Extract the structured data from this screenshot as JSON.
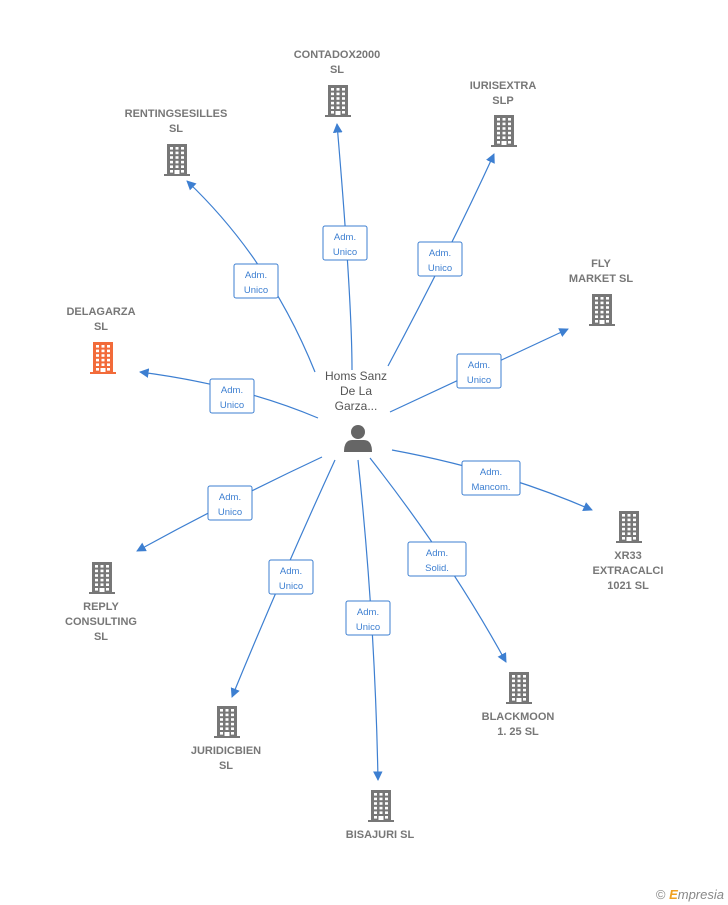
{
  "center": {
    "lines": [
      "Homs Sanz",
      "De La",
      "Garza..."
    ],
    "icon": "person-icon"
  },
  "nodes": [
    {
      "id": "contadox",
      "lines": [
        "CONTADOX2000",
        "SL"
      ],
      "role": [
        "Adm.",
        "Unico"
      ],
      "highlight": false
    },
    {
      "id": "iurisextra",
      "lines": [
        "IURISEXTRA",
        "SLP"
      ],
      "role": [
        "Adm.",
        "Unico"
      ],
      "highlight": false
    },
    {
      "id": "rentings",
      "lines": [
        "RENTINGSESILLES",
        "SL"
      ],
      "role": [
        "Adm.",
        "Unico"
      ],
      "highlight": false
    },
    {
      "id": "flymarket",
      "lines": [
        "FLY",
        "MARKET  SL"
      ],
      "role": [
        "Adm.",
        "Unico"
      ],
      "highlight": false
    },
    {
      "id": "delagarza",
      "lines": [
        "DELAGARZA",
        "SL"
      ],
      "role": [
        "Adm.",
        "Unico"
      ],
      "highlight": true
    },
    {
      "id": "xr33",
      "lines": [
        "XR33",
        "EXTRACALCI",
        "1021 SL"
      ],
      "role": [
        "Adm.",
        "Mancom."
      ],
      "highlight": false
    },
    {
      "id": "reply",
      "lines": [
        "REPLY",
        "CONSULTING",
        "SL"
      ],
      "role": [
        "Adm.",
        "Unico"
      ],
      "highlight": false
    },
    {
      "id": "juridicbien",
      "lines": [
        "JURIDICBIEN",
        "SL"
      ],
      "role": [
        "Adm.",
        "Unico"
      ],
      "highlight": false
    },
    {
      "id": "bisajuri",
      "lines": [
        "BISAJURI  SL"
      ],
      "role": [
        "Adm.",
        "Unico"
      ],
      "highlight": false
    },
    {
      "id": "blackmoon",
      "lines": [
        "BLACKMOON",
        "1. 25  SL"
      ],
      "role": [
        "Adm.",
        "Solid."
      ],
      "highlight": false
    }
  ],
  "colors": {
    "edge": "#3d7fd1",
    "building": "#777777",
    "highlight": "#f26b3a",
    "person": "#666666"
  },
  "footer": {
    "copyright": "©",
    "brand_first": "E",
    "brand_rest": "mpresia"
  }
}
